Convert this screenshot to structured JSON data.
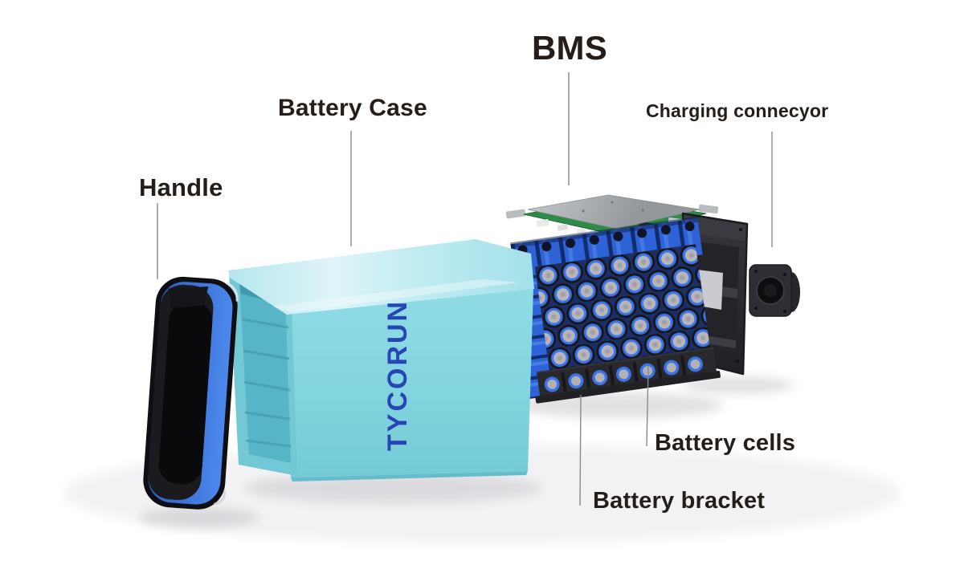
{
  "figure": {
    "type": "exploded-product-diagram",
    "brand": "TYCORUN",
    "labels": {
      "bms": "BMS",
      "battery_case": "Battery Case",
      "charging_connector": "Charging connecyor",
      "handle": "Handle",
      "battery_cells": "Battery cells",
      "battery_bracket": "Battery bracket"
    },
    "colors": {
      "case_teal": "#85d6e0",
      "case_top_highlight": "#cfeff4",
      "case_opening_teal": "#57b5c8",
      "brand_blue": "#3363cf",
      "cell_blue": "#3a74e6",
      "cell_terminal_silver": "#b7b5b9",
      "bracket_dark": "#28282d",
      "handle_blue": "#4b87ec",
      "connector_dark": "#2c2c31",
      "pcb_green": "#2f8c48",
      "bms_plate_gray": "#aeb2b4",
      "label_text": "#241d18",
      "leader_line": "#8a8a8a",
      "background": "#ffffff"
    }
  }
}
